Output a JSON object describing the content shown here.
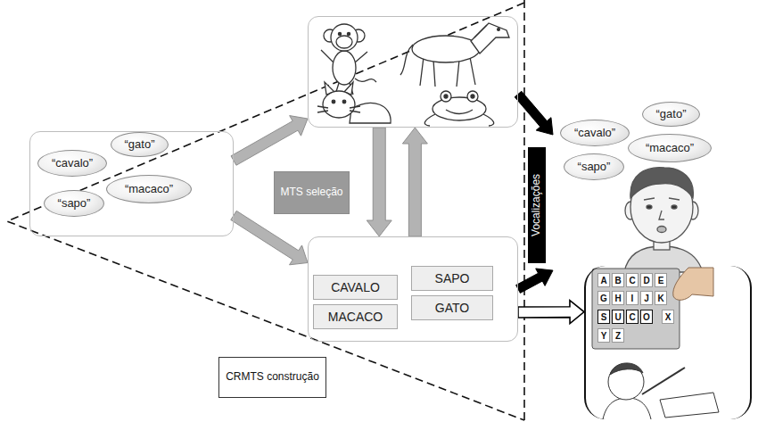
{
  "diagram": {
    "nodes": [
      {
        "text": []
      },
      {
        "text": [
          "“cavalo”"
        ],
        "in": 0
      },
      {
        "text": [
          "“gato”"
        ],
        "in": 0
      },
      {
        "text": [
          "“sapo”"
        ],
        "in": 0
      },
      {
        "text": [
          "“macaco”"
        ],
        "in": 0
      },
      {
        "text": []
      },
      {
        "text": []
      },
      {
        "text": [
          "CAVALO"
        ],
        "in": 6
      },
      {
        "text": [
          "SAPO"
        ],
        "in": 6
      },
      {
        "text": [
          "MACACO"
        ],
        "in": 6
      },
      {
        "text": [
          "GATO"
        ],
        "in": 6
      },
      {
        "text": [
          "MTS seleção"
        ]
      },
      {
        "text": [
          "Vocalizações"
        ]
      },
      {
        "text": []
      },
      {
        "text": [
          "“cavalo”"
        ],
        "in": 13
      },
      {
        "text": [
          "“gato”"
        ],
        "in": 13
      },
      {
        "text": [
          "“sapo”"
        ],
        "in": 13
      },
      {
        "text": [
          "“macaco”"
        ],
        "in": 13
      },
      {
        "text": []
      },
      {
        "text": [
          "CRMTS construção"
        ]
      }
    ],
    "edges": [
      {
        "from": 0,
        "to": 5,
        "arrow": "to"
      },
      {
        "from": 0,
        "to": 6,
        "arrow": "to"
      },
      {
        "from": 5,
        "to": 6,
        "arrow": "to"
      },
      {
        "from": 6,
        "to": 5,
        "arrow": "to"
      },
      {
        "from": 5,
        "to": 13,
        "arrow": "to"
      },
      {
        "from": 6,
        "to": 13,
        "arrow": "to"
      },
      {
        "from": 6,
        "to": 18,
        "arrow": "to"
      }
    ],
    "labels": [
      "A",
      "B",
      "C",
      "D",
      "E",
      "G",
      "H",
      "I",
      "J",
      "K",
      "S",
      "U",
      "C",
      "O",
      "X",
      "Y",
      "Z"
    ]
  }
}
